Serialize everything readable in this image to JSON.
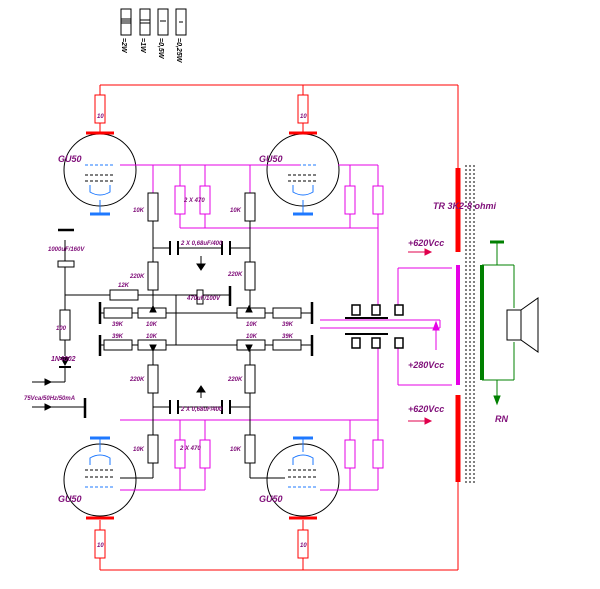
{
  "legend": {
    "items": [
      "=2W",
      "=1W",
      "=0,5W",
      "=0,25W"
    ]
  },
  "tubes": {
    "top_left": "GU50",
    "top_right": "GU50",
    "bottom_left": "GU50",
    "bottom_right": "GU50"
  },
  "resistors": {
    "anode_top_left": "10",
    "anode_top_right": "10",
    "cathode_bottom_left": "10",
    "cathode_bottom_right": "10",
    "screen_tl": "10K",
    "screen_tr": "10K",
    "screen_bl": "10K",
    "screen_br": "10K",
    "divider_tl": "220K",
    "divider_tr": "220K",
    "divider_bl": "220K",
    "divider_br": "220K",
    "row_12k": "12K",
    "top_row_left_39k": "39K",
    "top_row_left_10k": "10K",
    "top_row_right_10k": "10K",
    "top_row_right_39k": "39K",
    "bot_row_left_39k": "39K",
    "bot_row_left_10k": "10K",
    "bot_row_right_10k": "10K",
    "bot_row_right_39k": "39K",
    "series_100": "100",
    "parallel_top": "2 X 470",
    "parallel_bottom": "2 X 470"
  },
  "capacitors": {
    "top_pair": "2 X 0,68uF/400",
    "bottom_pair": "2 X 0,68uF/400",
    "mid": "470uF/100V",
    "filter": "1000uF/160V"
  },
  "diode": "1N4002",
  "supply_input": "75Vca/50Hz/50mA",
  "transformer": "TR 3K2-8 ohmi",
  "voltages": {
    "top": "+620Vcc",
    "middle": "+280Vcc",
    "bottom": "+620Vcc"
  },
  "output_label": "RN",
  "colors": {
    "red": "#ff0000",
    "magenta": "#e600e6",
    "green": "#008000",
    "blue": "#1e78ff",
    "purple_text": "#80107a",
    "black": "#000000"
  }
}
